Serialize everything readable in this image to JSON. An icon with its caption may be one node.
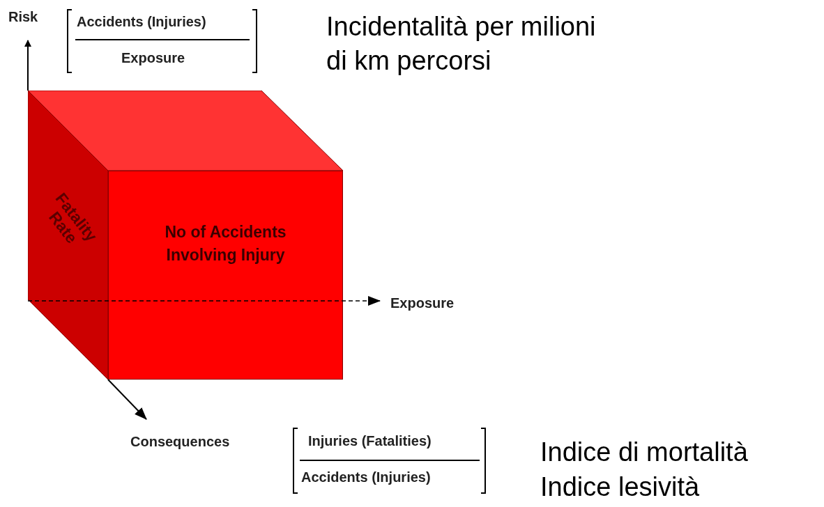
{
  "diagram": {
    "nodes": [
      {
        "text": [
          "No of Accidents Involving Injury"
        ]
      },
      {
        "text": [
          "Fatality Rate"
        ]
      },
      {
        "text": [],
        "shape": "box"
      }
    ],
    "labels": [
      "Risk",
      "Accidents (Injuries)",
      "Exposure",
      "Incidentalità per milioni di km percorsi",
      "Exposure",
      "Consequences",
      "Injuries (Fatalities)",
      "Accidents (Injuries)",
      "Indice di mortalità",
      "Indice lesività"
    ]
  }
}
